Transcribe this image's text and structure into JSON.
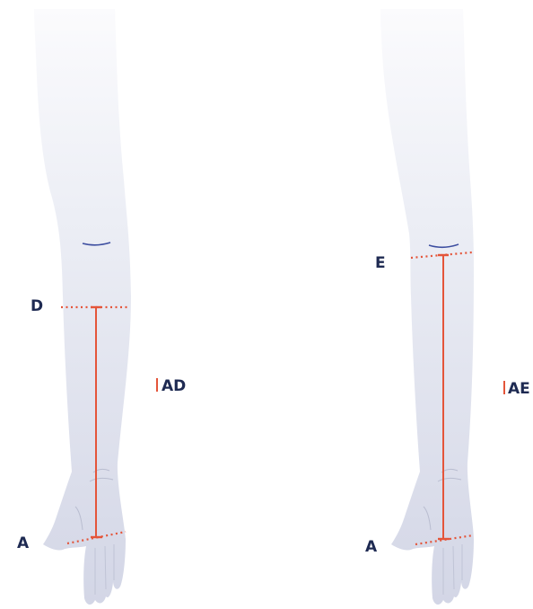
{
  "colors": {
    "measure": "#e4553a",
    "label": "#1e2a52",
    "skin_top": "#f5f6fa",
    "skin_bottom": "#d6d9e8",
    "crease": "#3d4ea0",
    "outline": "#9aa0b8"
  },
  "left_figure": {
    "point_top": "D",
    "point_bottom": "A",
    "measurement_label": "AD"
  },
  "right_figure": {
    "point_top": "E",
    "point_bottom": "A",
    "measurement_label": "AE"
  }
}
